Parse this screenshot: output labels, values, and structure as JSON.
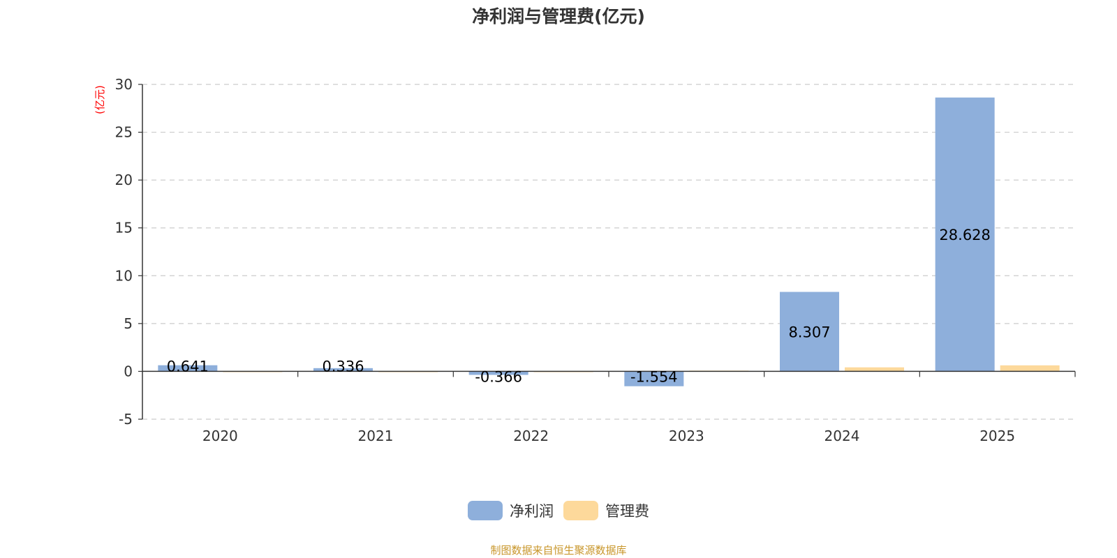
{
  "chart_data": {
    "type": "bar",
    "title": "净利润与管理费(亿元)",
    "ylabel": "(亿元)",
    "categories": [
      "2020",
      "2021",
      "2022",
      "2023",
      "2024",
      "2025"
    ],
    "series": [
      {
        "name": "净利润",
        "color": "#8eafdb",
        "values": [
          0.641,
          0.336,
          -0.366,
          -1.554,
          8.307,
          28.628
        ],
        "labels": [
          "0.641",
          "0.336",
          "-0.366",
          "-1.554",
          "8.307",
          "28.628"
        ]
      },
      {
        "name": "管理费",
        "color": "#fdd99b",
        "values": [
          0.03,
          0.03,
          0.03,
          0.08,
          0.42,
          0.63
        ]
      }
    ],
    "ylim": [
      -5,
      30
    ],
    "yticks": [
      -5,
      0,
      5,
      10,
      15,
      20,
      25,
      30
    ],
    "grid": true,
    "legend_position": "bottom",
    "unit_label_color": "#ff0000"
  },
  "footer": {
    "source": "制图数据来自恒生聚源数据库"
  }
}
